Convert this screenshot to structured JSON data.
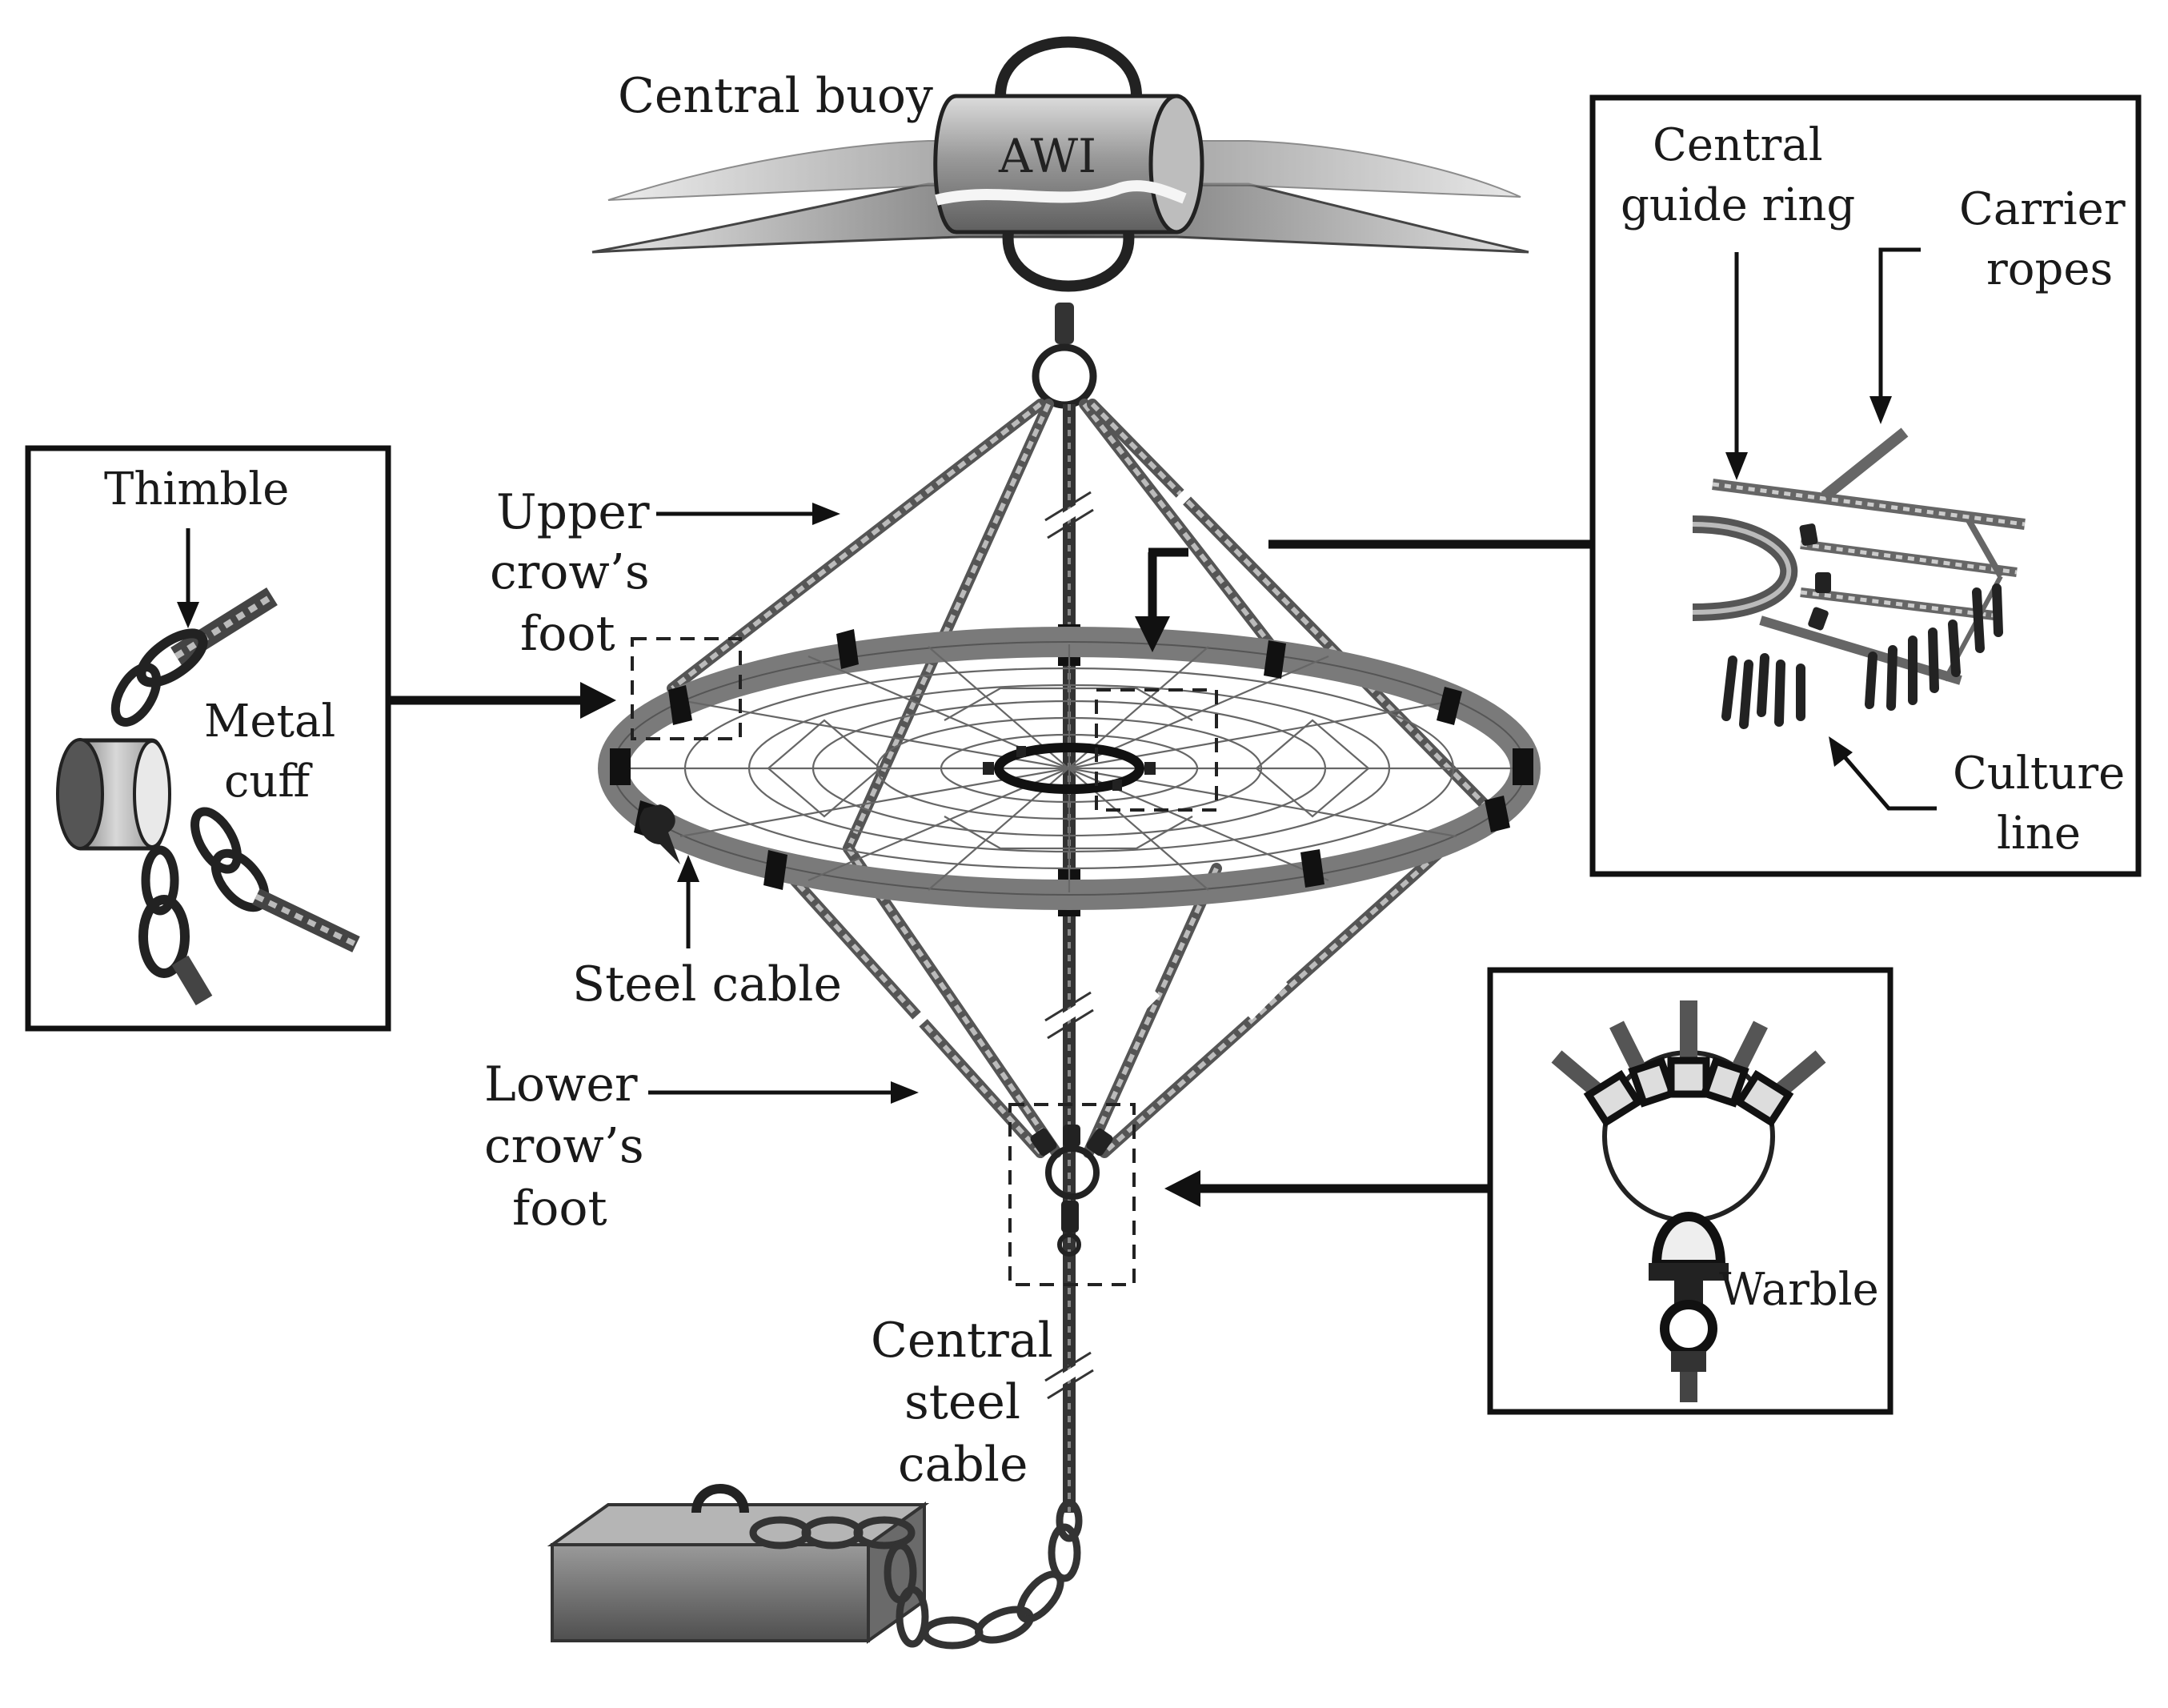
{
  "labels": {
    "central_buoy": "Central buoy",
    "awi": "AWI",
    "upper_crows_foot": [
      "Upper",
      "crow’s",
      "foot"
    ],
    "steel_cable": "Steel cable",
    "lower_crows_foot": [
      "Lower",
      "crow’s",
      "foot"
    ],
    "central_steel_cable": [
      "Central",
      "steel",
      "cable"
    ]
  },
  "insets": {
    "thimble_cuff": {
      "thimble": "Thimble",
      "metal_cuff": [
        "Metal",
        "cuff"
      ]
    },
    "guide_ring": {
      "central_guide_ring": [
        "Central",
        "guide ring"
      ],
      "carrier_ropes": [
        "Carrier",
        "ropes"
      ],
      "culture_line": [
        "Culture",
        "line"
      ]
    },
    "warble": {
      "warble": "Warble"
    }
  },
  "colors": {
    "ink": "#111111",
    "ring_gray": "#7a7a7a",
    "buoy_gray": "#9a9a9a",
    "water_gray": "#8c8c8c",
    "weight_gray": "#6e6e6e"
  }
}
